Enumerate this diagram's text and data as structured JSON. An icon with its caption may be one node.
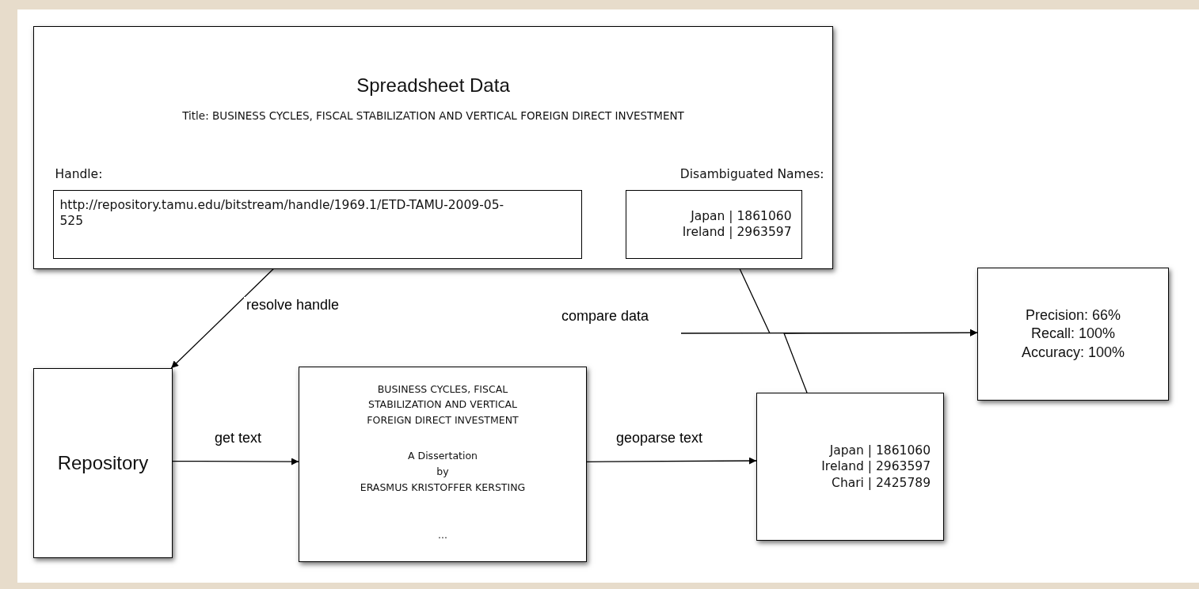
{
  "diagram": {
    "nodes": [
      {
        "text": [
          "Spreadsheet Data",
          "Title: BUSINESS CYCLES, FISCAL STABILIZATION AND VERTICAL FOREIGN DIRECT INVESTMENT"
        ]
      },
      {
        "text": [
          "Handle:",
          "http://repository.tamu.edu/bitstream/handle/1969.1/ETD-TAMU-2009-05-525"
        ],
        "in": 0
      },
      {
        "text": [
          "Disambiguated Names:",
          "Japan | 1861060 Ireland | 2963597"
        ],
        "in": 0
      },
      {
        "text": [
          "Precision: 66% Recall: 100% Accuracy: 100%"
        ]
      },
      {
        "text": [
          "Repository"
        ]
      },
      {
        "text": [
          "BUSINESS CYCLES, FISCAL STABILIZATION AND VERTICAL FOREIGN DIRECT INVESTMENT",
          "A Dissertation",
          "by",
          "ERASMUS KRISTOFFER KERSTING",
          "..."
        ]
      },
      {
        "text": [
          "Japan | 1861060 Ireland | 2963597 Chari | 2425789"
        ]
      }
    ],
    "edges": [
      {
        "from": 1,
        "to": 4,
        "arrow": "to",
        "label": "resolve handle"
      },
      {
        "from": 4,
        "to": 5,
        "arrow": "to",
        "label": "get text"
      },
      {
        "from": 5,
        "to": 6,
        "arrow": "to",
        "label": "geoparse text"
      },
      {
        "from": 2,
        "to": 3,
        "arrow": "to",
        "label": "compare data"
      },
      {
        "from": 6,
        "to": 3,
        "arrow": "to"
      }
    ]
  }
}
